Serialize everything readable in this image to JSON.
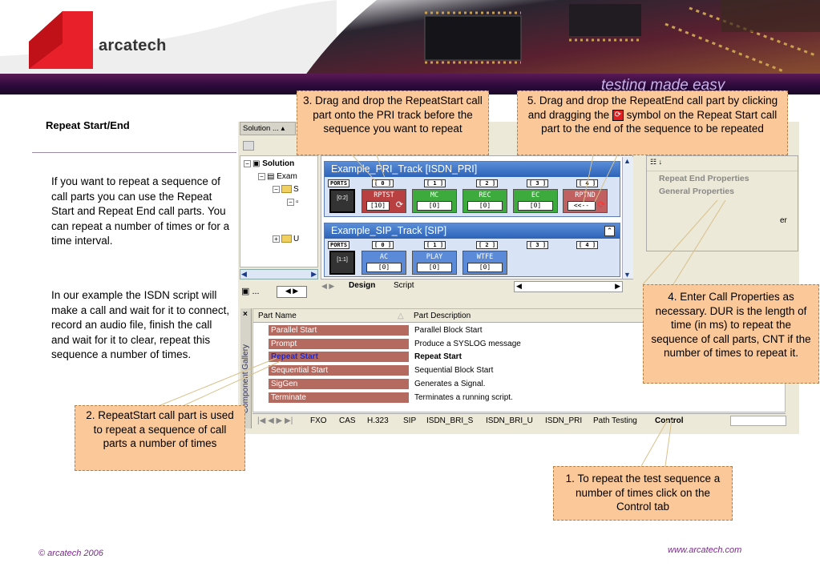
{
  "brand": {
    "name": "arcatech",
    "tagline": "testing made easy"
  },
  "slide": {
    "title": "Repeat Start/End",
    "para1": "If you want to repeat a sequence of call parts you can use the Repeat Start and Repeat End call parts. You can repeat a number of times or for a time interval.",
    "para2": "In our example the ISDN script will make a call and wait for it to connect, record an audio file, finish the call and wait for it to clear, repeat this sequence a number of times.",
    "copyright": "© arcatech 2006",
    "website": "www.arcatech.com"
  },
  "callouts": {
    "c1": "1. To repeat the test sequence a number of times click on the Control tab",
    "c2": "2. RepeatStart call part is used to repeat a sequence of call parts a number of times",
    "c3": "3. Drag and drop the RepeatStart call part onto the PRI track before the sequence you want to repeat",
    "c4": "4. Enter Call Properties as necessary. DUR is the length of time (in ms) to repeat the sequence of call parts, CNT if the number of times to repeat it.",
    "c5a": "5. Drag and drop the RepeatEnd call part by clicking and dragging the",
    "c5b": "symbol on the Repeat Start call part to the end of the sequence to be repeated"
  },
  "solution": {
    "tab": "Solution ...",
    "root": "Solution",
    "child": "Exam",
    "sub1": "S",
    "sub2": "U"
  },
  "tracks": [
    {
      "title": "Example_PRI_Track [ISDN_PRI]",
      "ports": "PORTS",
      "cols": [
        "[ 0 ]",
        "[ 1 ]",
        "[ 2 ]",
        "[ 3 ]",
        "[ 4 ]"
      ],
      "phone": "[0:2]",
      "parts": [
        {
          "label": "RPTST",
          "count": "[10]"
        },
        {
          "label": "MC",
          "count": "[0]"
        },
        {
          "label": "REC",
          "count": "[0]"
        },
        {
          "label": "EC",
          "count": "[0]"
        },
        {
          "label": "RPTND",
          "count": "<<--"
        }
      ]
    },
    {
      "title": "Example_SIP_Track [SIP]",
      "ports": "PORTS",
      "cols": [
        "[ 0 ]",
        "[ 1 ]",
        "[ 2 ]",
        "[ 3 ]",
        "[ 4 ]"
      ],
      "phone": "[1:1]",
      "parts": [
        {
          "label": "AC",
          "count": "[0]"
        },
        {
          "label": "PLAY",
          "count": "[0]"
        },
        {
          "label": "WTFE",
          "count": "[0]"
        }
      ]
    }
  ],
  "design_tabs": {
    "design": "Design",
    "script": "Script"
  },
  "properties": {
    "item1": "Repeat End Properties",
    "item2": "General Properties",
    "fragment": "er"
  },
  "gallery": {
    "label": "Component Gallery",
    "col_name": "Part Name",
    "col_desc": "Part Description",
    "rows": [
      {
        "name": "Parallel Start",
        "desc": "Parallel Block Start",
        "selected": false
      },
      {
        "name": "Prompt",
        "desc": "Produce a SYSLOG message",
        "selected": false
      },
      {
        "name": "Repeat Start",
        "desc": "Repeat Start",
        "selected": true
      },
      {
        "name": "Sequential Start",
        "desc": "Sequential Block Start",
        "selected": false
      },
      {
        "name": "SigGen",
        "desc": "Generates a Signal.",
        "selected": false
      },
      {
        "name": "Terminate",
        "desc": "Terminates a running script.",
        "selected": false
      }
    ]
  },
  "category_tabs": [
    "FXO",
    "CAS",
    "H.323",
    "SIP",
    "ISDN_BRI_S",
    "ISDN_BRI_U",
    "ISDN_PRI",
    "Path Testing",
    "Control"
  ],
  "colors": {
    "header_bar": "#2a0a3a",
    "callout_fill": "#fbc89a",
    "accent_purple": "#7a2a8a",
    "logo_red": "#e8202a"
  }
}
